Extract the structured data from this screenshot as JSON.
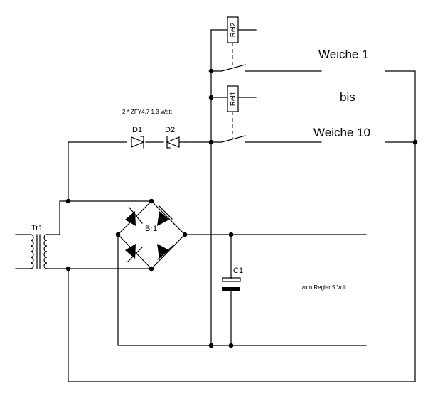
{
  "labels": {
    "rel2": "Rel2",
    "rel1": "Rel1",
    "weiche_1": "Weiche 1",
    "bis": "bis",
    "weiche_10": "Weiche 10",
    "diode_note": "2 * ZFY4,7 1,3 Watt",
    "d1": "D1",
    "d2": "D2",
    "tr1": "Tr1",
    "br1": "Br1",
    "c1": "C1",
    "regler_note": "zum Regler 5 Volt"
  },
  "colors": {
    "line": "#000000",
    "background": "#ffffff"
  }
}
